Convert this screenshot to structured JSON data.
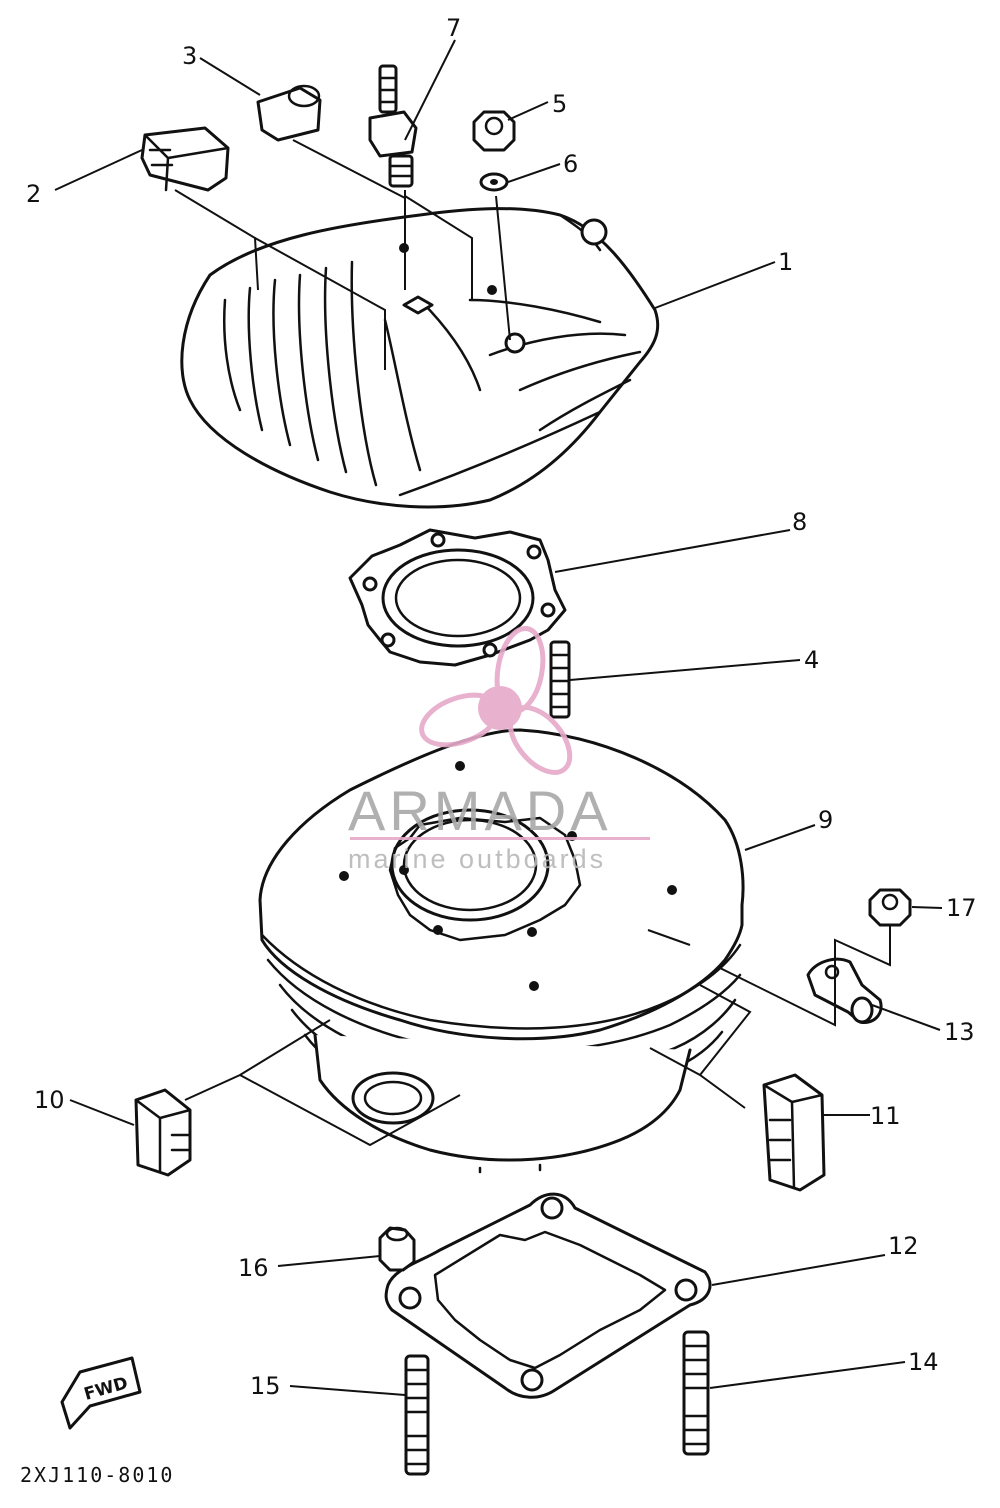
{
  "callouts": [
    {
      "id": "1",
      "text": "1"
    },
    {
      "id": "2",
      "text": "2"
    },
    {
      "id": "3",
      "text": "3"
    },
    {
      "id": "4",
      "text": "4"
    },
    {
      "id": "5",
      "text": "5"
    },
    {
      "id": "6",
      "text": "6"
    },
    {
      "id": "7",
      "text": "7"
    },
    {
      "id": "8",
      "text": "8"
    },
    {
      "id": "9",
      "text": "9"
    },
    {
      "id": "10",
      "text": "10"
    },
    {
      "id": "11",
      "text": "11"
    },
    {
      "id": "12",
      "text": "12"
    },
    {
      "id": "13",
      "text": "13"
    },
    {
      "id": "14",
      "text": "14"
    },
    {
      "id": "15",
      "text": "15"
    },
    {
      "id": "16",
      "text": "16"
    },
    {
      "id": "17",
      "text": "17"
    }
  ],
  "reference_code": "2XJ110-8010",
  "fwd_arrow_label": "FWD",
  "watermark": {
    "title": "ARMADA",
    "subtitle": "marine outboards",
    "color": "#e6a9c9",
    "title_color": "#a8a8a8"
  },
  "line_color": "#111111",
  "background": "#ffffff"
}
